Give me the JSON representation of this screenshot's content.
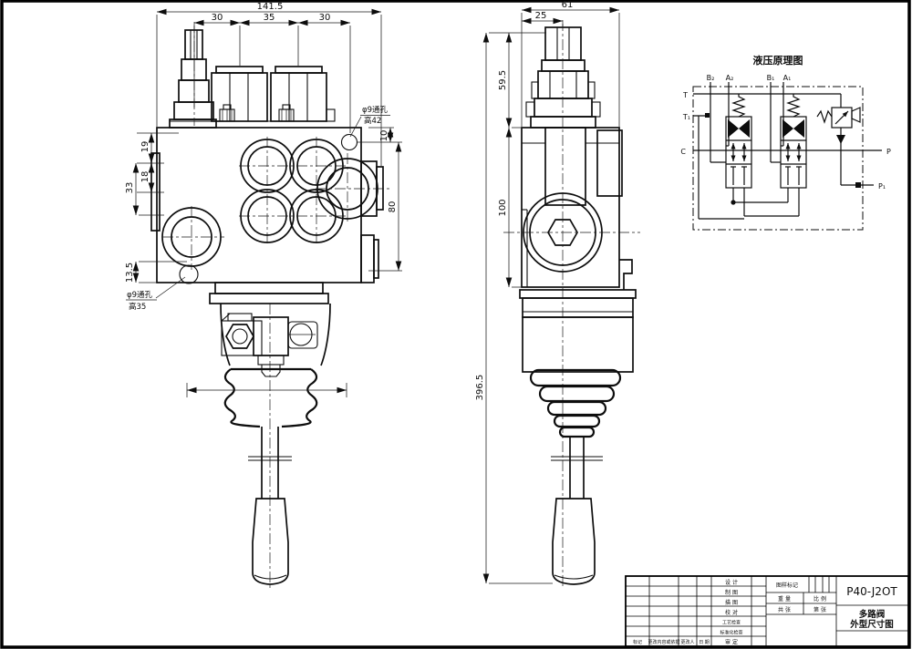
{
  "front_view": {
    "dims": {
      "overall_width": "141.5",
      "spacing_a": "30",
      "spacing_b": "35",
      "spacing_c": "30",
      "left_a": "19",
      "left_b": "18",
      "left_c": "33",
      "left_d": "13.5",
      "right_top": "10",
      "right_side": "80"
    },
    "notes": {
      "hole_top_l1": "φ9通孔",
      "hole_top_l2": "高42",
      "hole_bottom_l1": "φ9通孔",
      "hole_bottom_l2": "高35"
    }
  },
  "side_view": {
    "dims": {
      "overall_width": "61",
      "lever_offset": "25",
      "cap_height": "59.5",
      "body_height": "100",
      "total_height": "396.5"
    }
  },
  "schematic": {
    "title": "液压原理图",
    "ports": {
      "t": "T",
      "t1": "T₁",
      "c": "C",
      "p": "P",
      "p1": "P₁",
      "b2": "B₂",
      "a2": "A₂",
      "b1": "B₁",
      "a1": "A₁"
    }
  },
  "title_block": {
    "part_no": "P40-J2OT",
    "drawing_title_line1": "多路阀",
    "drawing_title_line2": "外型尺寸图",
    "staff_rows": [
      "设 计",
      "制 图",
      "描 图",
      "校 对",
      "工艺检查",
      "标准化检查",
      "审 定"
    ],
    "revision_columns": [
      "标记",
      "更改内容或依据",
      "更改人",
      "日 期"
    ],
    "stamp_label": "图样标记",
    "weight_label": "重 量",
    "scale_label": "比 例",
    "total_sheets_label": "共 张",
    "sheet_no_label": "第 张"
  }
}
